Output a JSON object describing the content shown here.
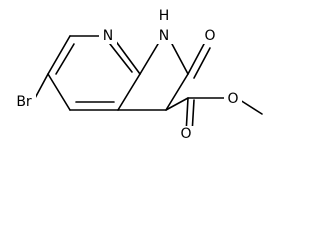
{
  "atoms": {
    "n8": "N",
    "n1_h": "H",
    "n1": "N",
    "o_ketone": "O",
    "br": "Br",
    "o_ester_carbonyl": "O",
    "o_ester_ether": "O"
  }
}
